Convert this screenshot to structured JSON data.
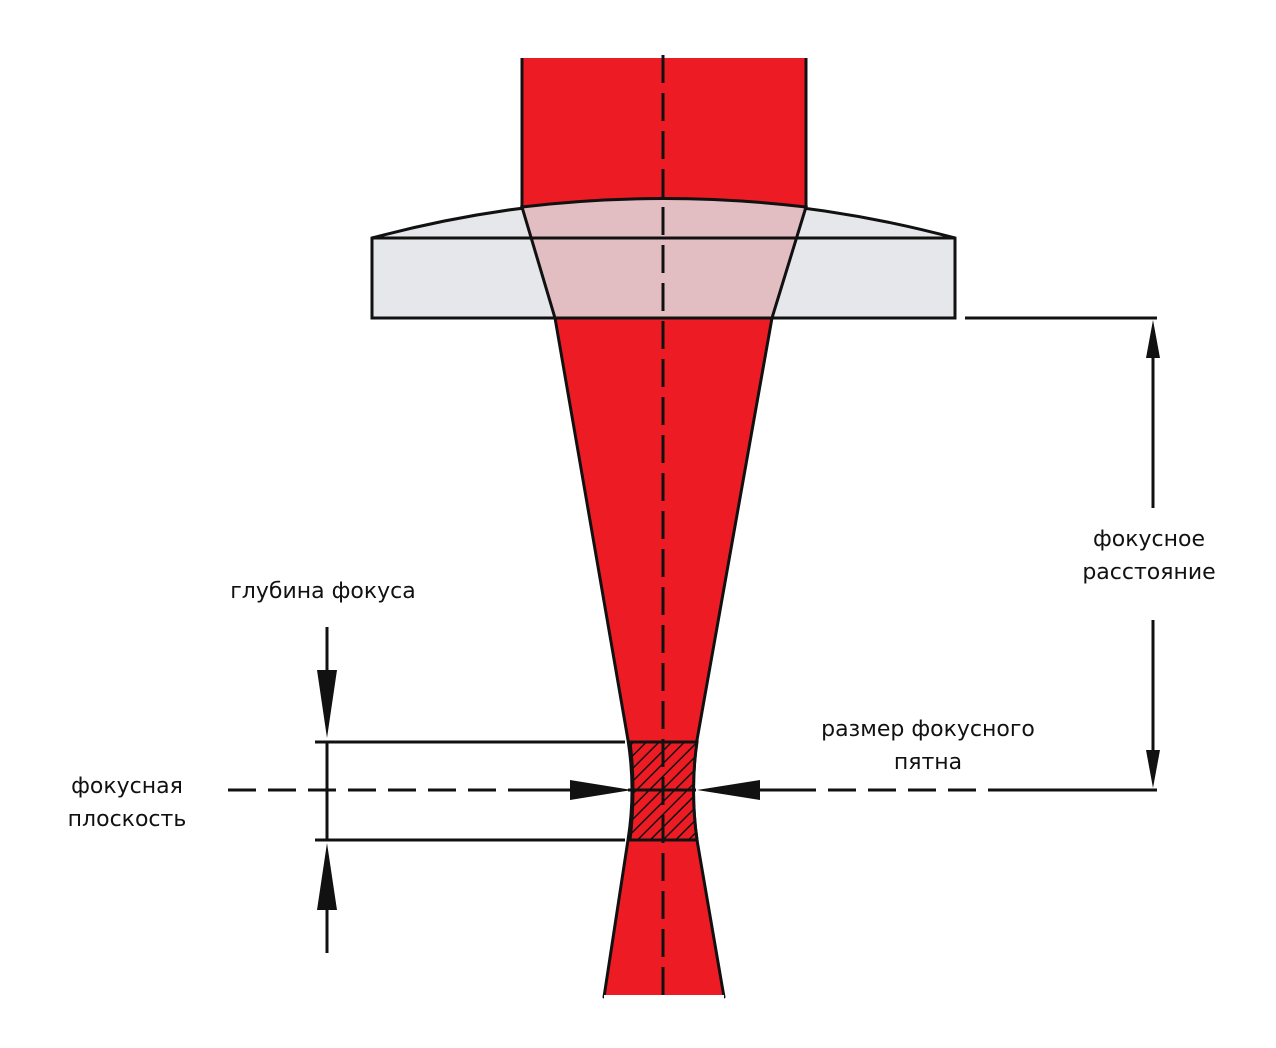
{
  "labels": {
    "depth_of_focus": "глубина фокуса",
    "focal_plane_line1": "фокусная",
    "focal_plane_line2": "плоскость",
    "spot_size_line1": "размер фокусного",
    "spot_size_line2": "пятна",
    "focal_length_line1": "фокусное",
    "focal_length_line2": "расстояние"
  },
  "colors": {
    "beam": "#ed1c24",
    "lens": "#e6e7eb",
    "beam_in_lens": "#e2bec3",
    "line": "#111111"
  }
}
